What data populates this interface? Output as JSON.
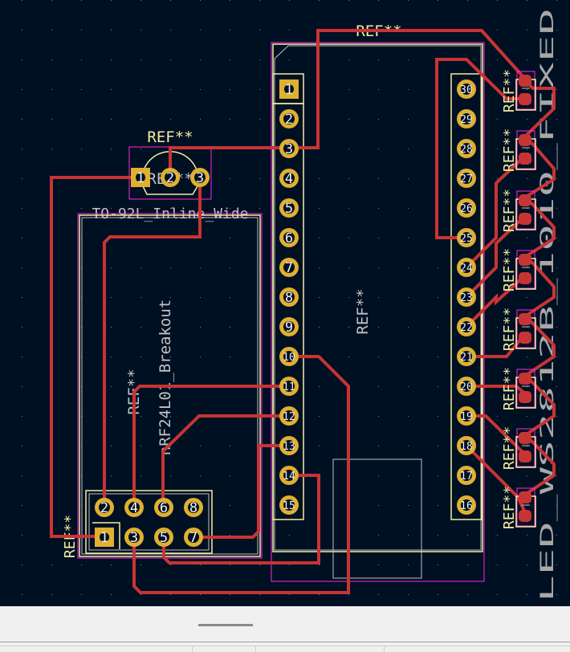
{
  "app": {
    "view": "PCB editor canvas"
  },
  "colors": {
    "background": "#001023",
    "grid": "#848484",
    "copper": "#c83434",
    "pad": "#e0b030",
    "pad_text": "#f0f0f0",
    "silkscreen": "#f2eda1",
    "fab": "#c2c2c2",
    "courtyard": "#ff26e2",
    "smd_pad": "#c83434"
  },
  "footprints": {
    "transistor": {
      "ref": "REF**",
      "ref_fab": "REF**",
      "value": "TO-92L_Inline_Wide",
      "pins": [
        "1",
        "2",
        "3"
      ]
    },
    "nrf": {
      "ref": "REF**",
      "value": "nRF24L01_Breakout",
      "conn_ref": "REF**",
      "pins_top": [
        "2",
        "4",
        "6",
        "8"
      ],
      "pins_bottom": [
        "1",
        "3",
        "5",
        "7"
      ]
    },
    "mcu": {
      "ref_top": "REF**",
      "ref_center": "REF**",
      "left_pins": [
        "1",
        "2",
        "3",
        "4",
        "5",
        "6",
        "7",
        "8",
        "9",
        "10",
        "11",
        "12",
        "13",
        "14",
        "15"
      ],
      "right_pins": [
        "30",
        "29",
        "28",
        "27",
        "26",
        "25",
        "24",
        "23",
        "22",
        "21",
        "20",
        "19",
        "18",
        "17",
        "16"
      ]
    },
    "leds": {
      "count": 8,
      "refs": [
        "REF**",
        "REF**",
        "REF**",
        "REF**",
        "REF**",
        "REF**",
        "REF**",
        "REF**"
      ],
      "value_text": "LED_WS2812B_1010_FIXED"
    }
  },
  "statusbar": {
    "cells": [
      "",
      "",
      "",
      ""
    ]
  }
}
